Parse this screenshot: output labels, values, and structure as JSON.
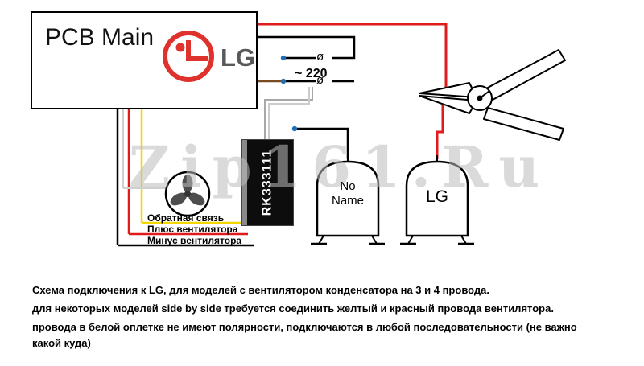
{
  "pcb": {
    "title": "PCB Main",
    "brand": "LG"
  },
  "power": {
    "voltage": "~ 220",
    "terminal_top": "ø",
    "terminal_bottom": "ø"
  },
  "relay": {
    "label": "RK333111"
  },
  "compressors": {
    "left": {
      "line1": "No",
      "line2": "Name"
    },
    "right": {
      "label": "LG"
    }
  },
  "wire_labels": [
    {
      "text": "Обратная связь",
      "color": "#f2d800"
    },
    {
      "text": "Плюс вентилятора",
      "color": "#e01b1b"
    },
    {
      "text": "Минус вентилятора",
      "color": "#000000"
    }
  ],
  "watermark": "Zip161.Ru",
  "notes": [
    "Схема подключения к LG, для моделей с вентилятором конденсатора на 3 и 4 провода.",
    "для некоторых моделей side by side требуется соединить желтый и красный провода вентилятора.",
    "провода в белой оплетке не имеют полярности, подключаются в любой последовательности (не важно какой куда)"
  ],
  "colors": {
    "wire_red": "#e01b1b",
    "wire_yellow": "#f2d800",
    "wire_black": "#000000",
    "wire_brown": "#7a4a21",
    "wire_white": "#cfcfcf",
    "terminal_blue": "#1f6fb5",
    "lg_logo_red": "#e0322c",
    "brand_gray": "#595959",
    "watermark_gray": "#bdbdbd"
  }
}
